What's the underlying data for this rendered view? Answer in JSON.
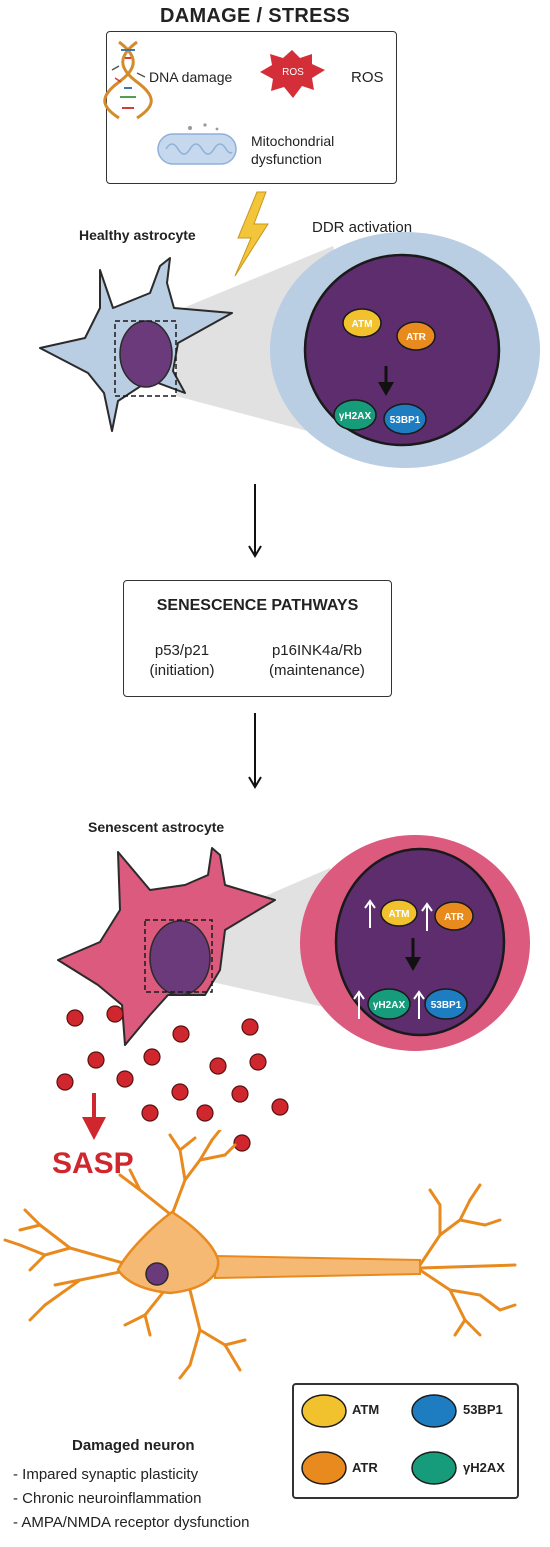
{
  "header": {
    "title": "DAMAGE / STRESS"
  },
  "stressors": {
    "dna": "DNA damage",
    "ros_badge": "ROS",
    "ros": "ROS",
    "mito_line1": "Mitochondrial",
    "mito_line2": "dysfunction"
  },
  "healthy": {
    "label": "Healthy astrocyte",
    "ddr": "DDR activation",
    "proteins": {
      "atm": "ATM",
      "atr": "ATR",
      "h2ax": "γH2AX",
      "bp1": "53BP1"
    }
  },
  "pathways": {
    "title": "SENESCENCE PATHWAYS",
    "left_line1": "p53/p21",
    "left_line2": "(initiation)",
    "right_line1": "p16INK4a/Rb",
    "right_line2": "(maintenance)"
  },
  "senescent": {
    "label": "Senescent astrocyte",
    "proteins": {
      "atm": "ATM",
      "atr": "ATR",
      "h2ax": "γH2AX",
      "bp1": "53BP1"
    }
  },
  "sasp": {
    "label": "SASP"
  },
  "neuron": {
    "title": "Damaged neuron",
    "effects": [
      "- Impared synaptic plasticity",
      "- Chronic neuroinflammation",
      "- AMPA/NMDA receptor dysfunction"
    ]
  },
  "legend": {
    "items": [
      {
        "label": "ATM",
        "color": "#F2C12E"
      },
      {
        "label": "53BP1",
        "color": "#1E7DC0"
      },
      {
        "label": "ATR",
        "color": "#E88A1E"
      },
      {
        "label": "γH2AX",
        "color": "#169C7A"
      }
    ]
  },
  "colors": {
    "healthy_cell": "#B9CDE3",
    "senescent_cell": "#DB5A7E",
    "nucleus": "#5E2D6E",
    "sasp": "#D0272E",
    "neuron": "#F6B973",
    "bolt": "#F3C53A"
  }
}
